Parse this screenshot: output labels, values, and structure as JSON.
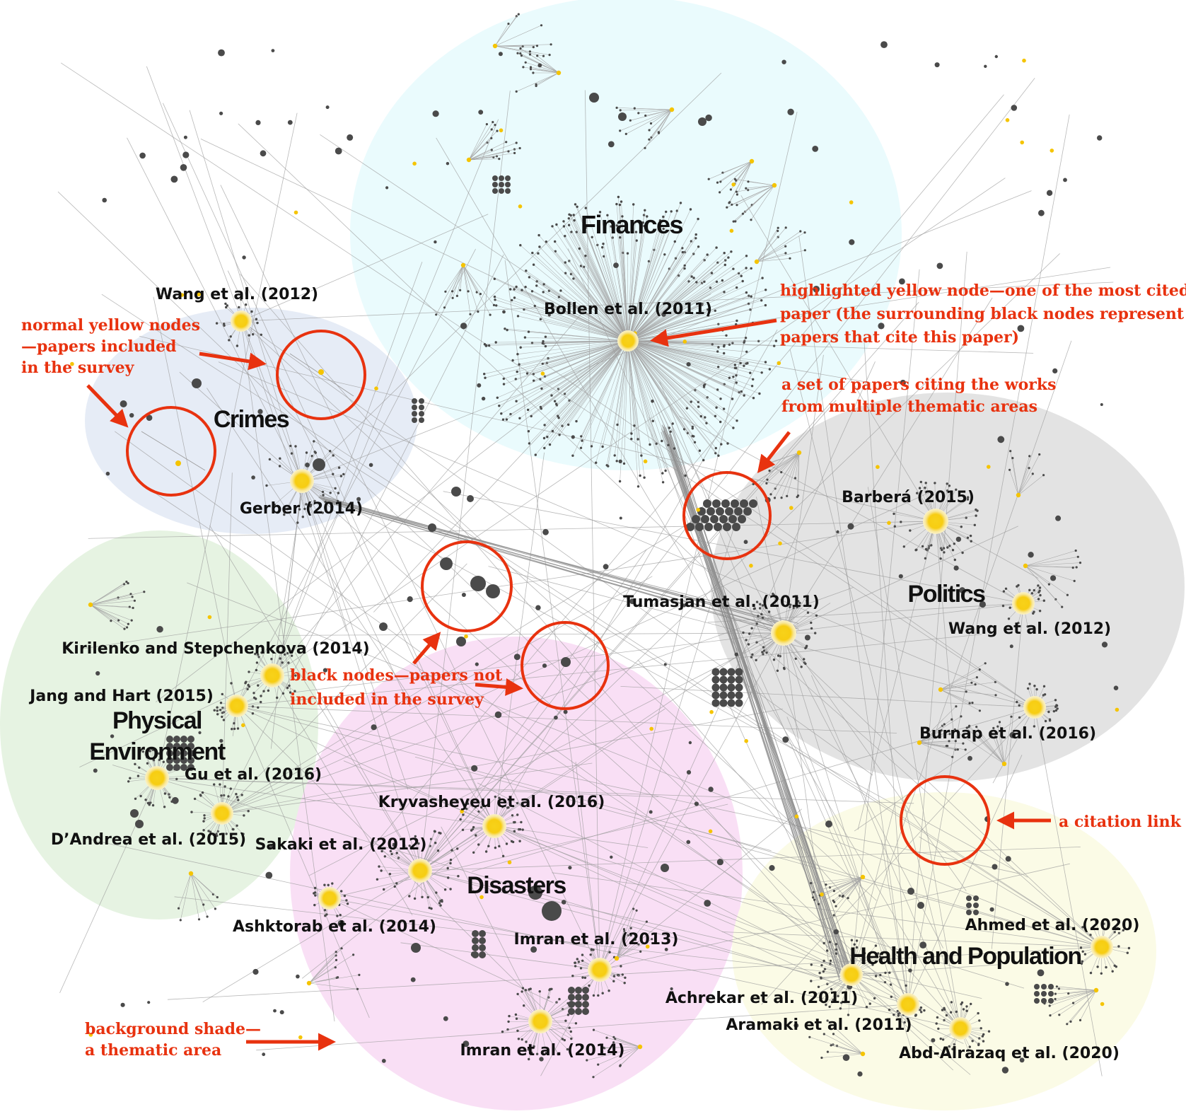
{
  "areas": [
    {
      "name": "Finances",
      "color": "#eafbfd"
    },
    {
      "name": "Crimes",
      "color": "#e6ecf6"
    },
    {
      "name": "Politics",
      "color": "#e3e3e3"
    },
    {
      "name": "Physical\nEnvironment",
      "color": "#e6f3e2"
    },
    {
      "name": "Disasters",
      "color": "#f9dff5"
    },
    {
      "name": "Health and Population",
      "color": "#fbfbe6"
    }
  ],
  "papers": [
    {
      "label": "Bollen et al. (2011)",
      "area": "Finances",
      "cited": true
    },
    {
      "label": "Wang et al. (2012)",
      "area": "Crimes",
      "cited": true
    },
    {
      "label": "Gerber (2014)",
      "area": "Crimes",
      "cited": true
    },
    {
      "label": "Barberá (2015)",
      "area": "Politics",
      "cited": true
    },
    {
      "label": "Tumasjan et al. (2011)",
      "area": "Politics",
      "cited": true
    },
    {
      "label": "Wang et al. (2012)",
      "area": "Politics",
      "cited": true
    },
    {
      "label": "Burnap et al. (2016)",
      "area": "Politics",
      "cited": true
    },
    {
      "label": "Kirilenko and Stepchenkova (2014)",
      "area": "Physical Environment",
      "cited": true
    },
    {
      "label": "Jang and Hart (2015)",
      "area": "Physical Environment",
      "cited": true
    },
    {
      "label": "Gu et al. (2016)",
      "area": "Physical Environment",
      "cited": true
    },
    {
      "label": "D’Andrea et al. (2015)",
      "area": "Physical Environment",
      "cited": true
    },
    {
      "label": "Kryvasheyeu et al. (2016)",
      "area": "Disasters",
      "cited": true
    },
    {
      "label": "Sakaki et al. (2012)",
      "area": "Disasters",
      "cited": true
    },
    {
      "label": "Ashktorab et al. (2014)",
      "area": "Disasters",
      "cited": true
    },
    {
      "label": "Imran et al. (2013)",
      "area": "Disasters",
      "cited": true
    },
    {
      "label": "Imran et al. (2014)",
      "area": "Disasters",
      "cited": true
    },
    {
      "label": "Ahmed et al. (2020)",
      "area": "Health and Population",
      "cited": true
    },
    {
      "label": "Achrekar et al. (2011)",
      "area": "Health and Population",
      "cited": true
    },
    {
      "label": "Aramaki et al. (2011)",
      "area": "Health and Population",
      "cited": true
    },
    {
      "label": "Abd-Alrazaq et al. (2020)",
      "area": "Health and Population",
      "cited": true
    }
  ],
  "annotations": {
    "highlighted_node": "highlighted yellow node—one of the most cited\npaper (the surrounding black nodes represent the\npapers that cite this paper)",
    "normal_nodes": "normal yellow nodes\n—papers included\nin the survey",
    "multi_area_citers": "a set of papers citing the works\nfrom multiple thematic areas",
    "black_nodes": "black nodes—papers not\nincluded in the survey",
    "citation_link": "a citation link",
    "background_shade": "background shade—\na thematic area"
  },
  "colors": {
    "included_node": "#f5c400",
    "excluded_node": "#4a4a4a",
    "edge": "#9a9a9a",
    "annotation": "#e8320f"
  }
}
